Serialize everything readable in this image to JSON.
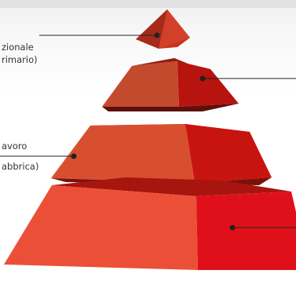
{
  "labels": [
    {
      "line1": "zionale",
      "line2": "rimario)"
    },
    {
      "line1": "avoro",
      "line2": "abbrica)"
    }
  ],
  "colors": {
    "tier1": "#b23a24",
    "tier2": "#c22a1b",
    "tier3": "#d43d25",
    "tier4": "#e8462f",
    "connector": "#222222"
  }
}
